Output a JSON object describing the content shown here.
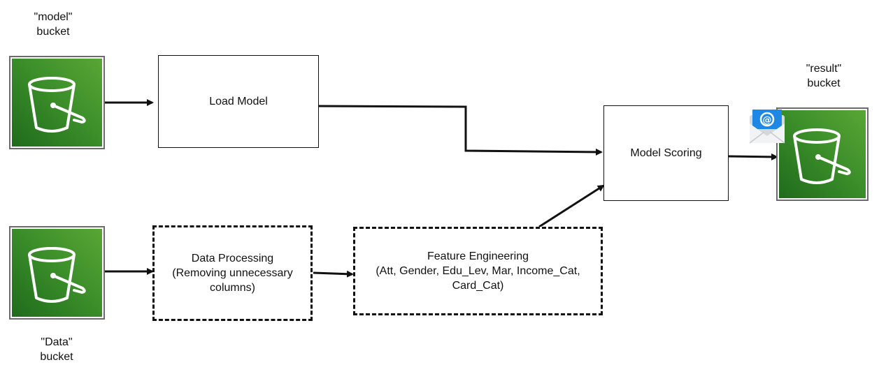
{
  "buckets": {
    "model": {
      "label": "\"model\"\nbucket"
    },
    "data": {
      "label": "\"Data\"\nbucket"
    },
    "result": {
      "label": "\"result\"\nbucket"
    }
  },
  "boxes": {
    "load_model": "Load Model",
    "data_processing": "Data Processing\n(Removing unnecessary\ncolumns)",
    "feature_engineering": "Feature Engineering\n(Att, Gender, Edu_Lev, Mar, Income_Cat,\nCard_Cat)",
    "model_scoring": "Model Scoring"
  },
  "icons": {
    "bucket": "s3-bucket-icon",
    "email": "email-envelope-icon"
  },
  "colors": {
    "bucket_dark": "#1f6b1c",
    "bucket_light": "#5aa636",
    "email_blue": "#1e88e5",
    "stroke": "#111111"
  }
}
